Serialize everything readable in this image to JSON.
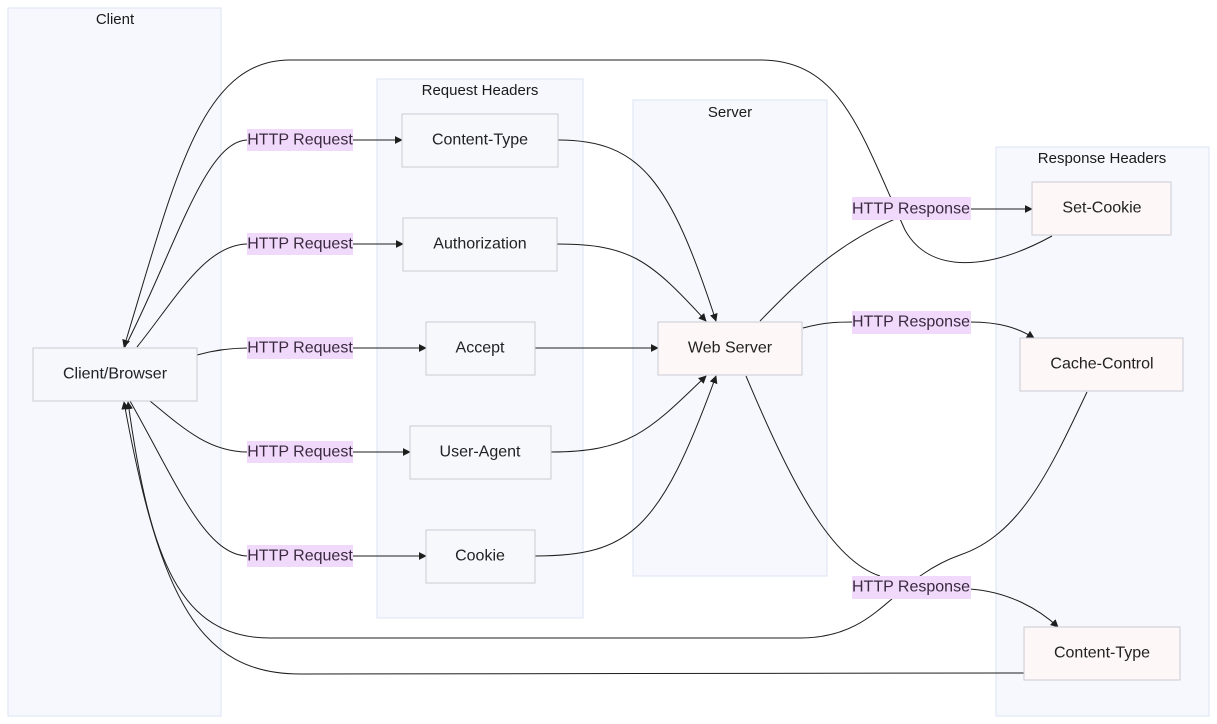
{
  "clusters": {
    "client": "Client",
    "request_headers": "Request Headers",
    "server": "Server",
    "response_headers": "Response Headers"
  },
  "nodes": {
    "client_browser": "Client/Browser",
    "req_content_type": "Content-Type",
    "req_authorization": "Authorization",
    "req_accept": "Accept",
    "req_user_agent": "User-Agent",
    "req_cookie": "Cookie",
    "web_server": "Web Server",
    "resp_set_cookie": "Set-Cookie",
    "resp_cache_control": "Cache-Control",
    "resp_content_type": "Content-Type"
  },
  "edge_labels": {
    "http_request": "HTTP Request",
    "http_response": "HTTP Response"
  }
}
